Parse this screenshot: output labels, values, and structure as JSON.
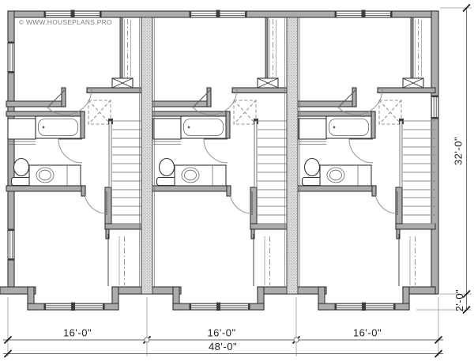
{
  "watermark": "© WWW.HOUSEPLANS.PRO",
  "dimensions": {
    "unit1_width": "16'-0\"",
    "unit2_width": "16'-0\"",
    "unit3_width": "16'-0\"",
    "total_width": "48'-0\"",
    "overall_depth": "32'-0\"",
    "bay_projection": "2'-0\""
  },
  "plan": {
    "unit_count": 3,
    "per_unit_elements": [
      "bedroom",
      "bathroom",
      "staircase",
      "closets",
      "chase",
      "bay-window"
    ],
    "bath_fixtures": [
      "shower",
      "bathtub",
      "toilet",
      "vanity-sink"
    ]
  },
  "colors": {
    "wall_fill": "#acacac",
    "wall_line": "#333333",
    "party_wall_stipple": "#8f8f8f",
    "dimension_text": "#1f1f1f",
    "watermark_text": "#7d7d7d",
    "background": "#ffffff"
  }
}
